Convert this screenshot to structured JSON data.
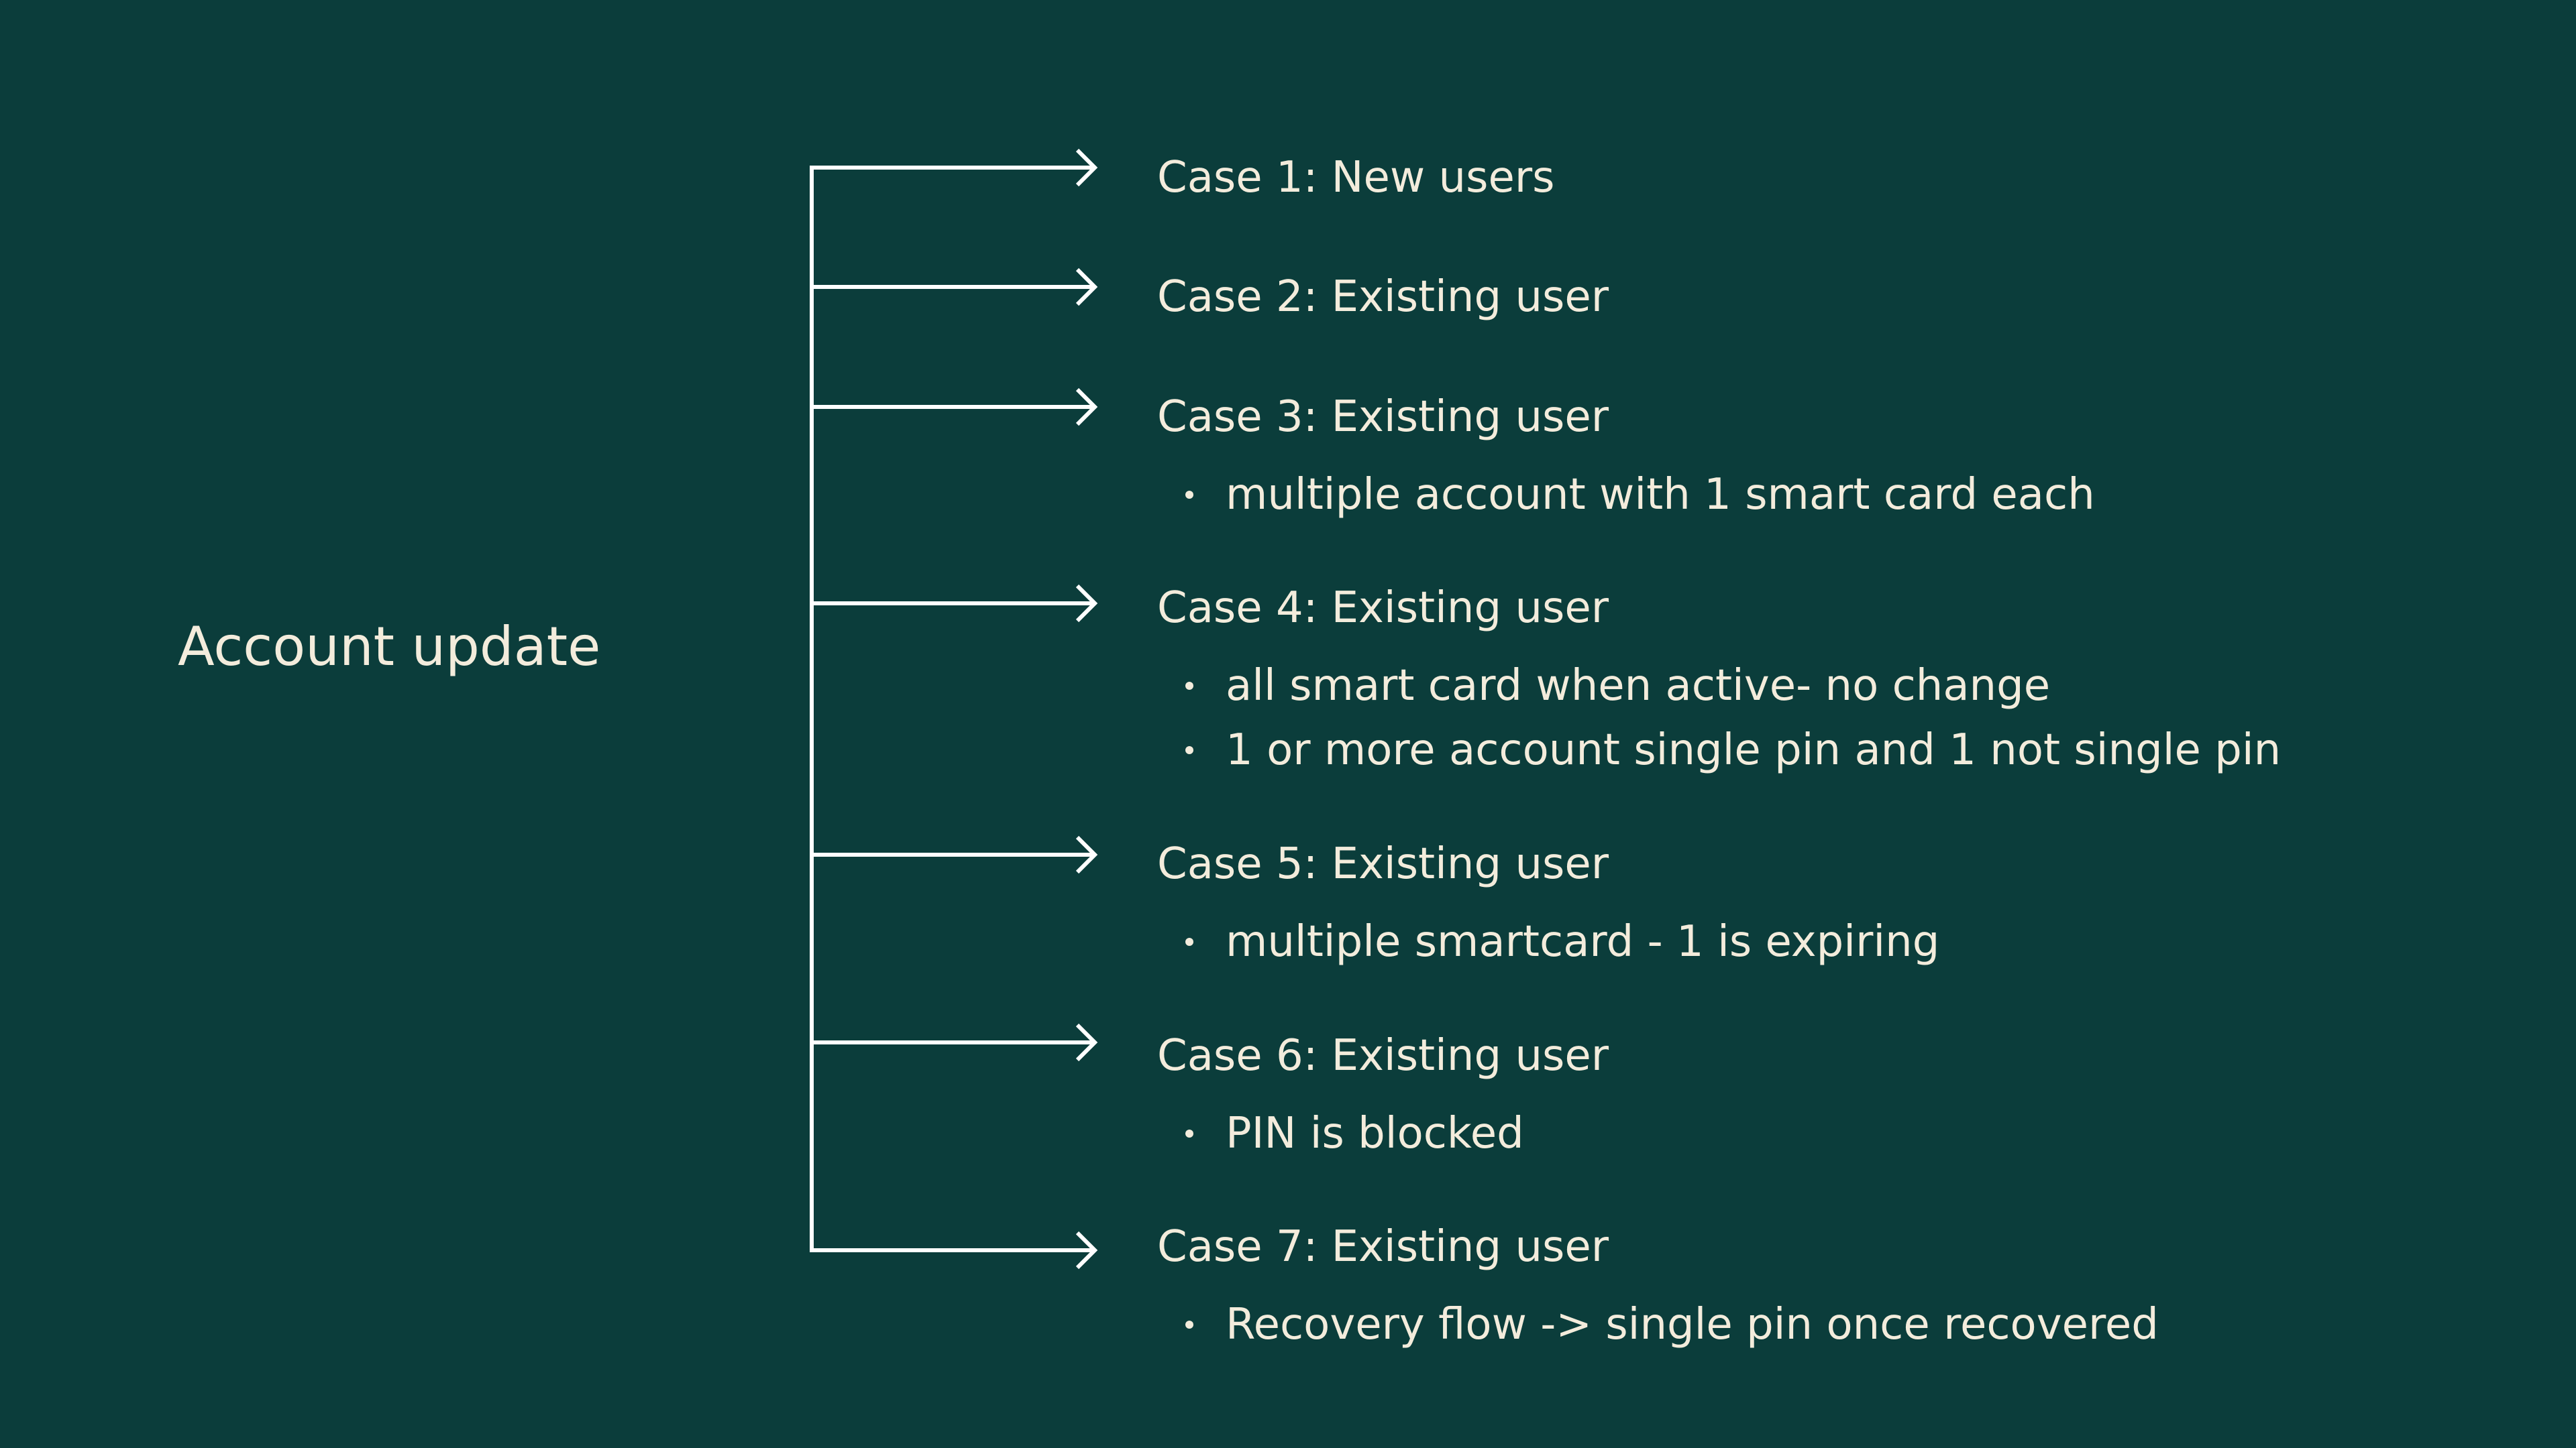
{
  "colors": {
    "background": "#0b3d3b",
    "text": "#f3ecdc",
    "line": "#ffffff"
  },
  "diagram": {
    "root": {
      "label": "Account update"
    },
    "cases": [
      {
        "title": "Case 1: New users",
        "bullets": []
      },
      {
        "title": "Case 2: Existing user",
        "bullets": []
      },
      {
        "title": "Case 3: Existing user",
        "bullets": [
          "multiple account with 1 smart card each"
        ]
      },
      {
        "title": "Case 4: Existing user",
        "bullets": [
          "all smart card when active- no change",
          "1 or more account single pin and 1 not single pin"
        ]
      },
      {
        "title": "Case 5: Existing user",
        "bullets": [
          "multiple smartcard - 1 is expiring"
        ]
      },
      {
        "title": "Case 6: Existing user",
        "bullets": [
          "PIN is blocked"
        ]
      },
      {
        "title": "Case 7: Existing user",
        "bullets": [
          "Recovery flow -> single pin once recovered"
        ]
      }
    ]
  }
}
